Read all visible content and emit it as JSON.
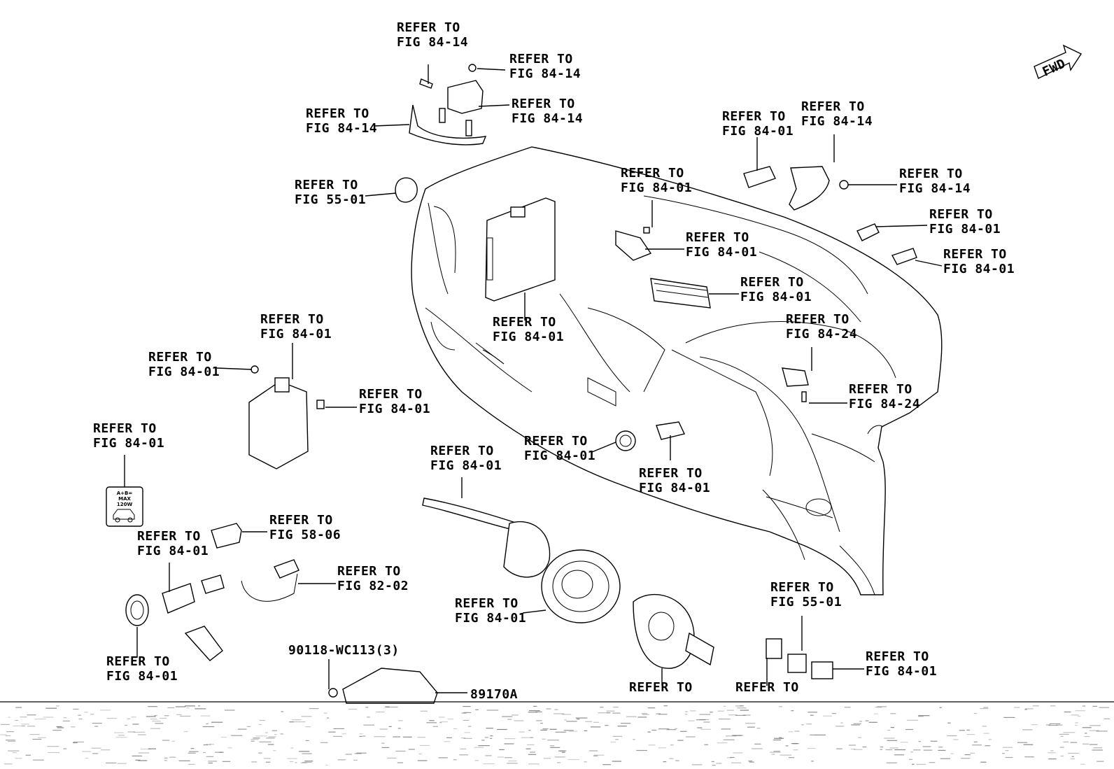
{
  "diagram": {
    "fwd_label": "FWD",
    "callouts": [
      {
        "id": "c1",
        "lines": [
          "REFER TO",
          "FIG 84-14"
        ]
      },
      {
        "id": "c2",
        "lines": [
          "REFER TO",
          "FIG 84-14"
        ]
      },
      {
        "id": "c3",
        "lines": [
          "REFER TO",
          "FIG 84-14"
        ]
      },
      {
        "id": "c4",
        "lines": [
          "REFER TO",
          "FIG 84-14"
        ]
      },
      {
        "id": "c5",
        "lines": [
          "REFER TO",
          "FIG 55-01"
        ]
      },
      {
        "id": "c6",
        "lines": [
          "REFER TO",
          "FIG 84-01"
        ]
      },
      {
        "id": "c7",
        "lines": [
          "REFER TO",
          "FIG 84-14"
        ]
      },
      {
        "id": "c8",
        "lines": [
          "REFER TO",
          "FIG 84-14"
        ]
      },
      {
        "id": "c9",
        "lines": [
          "REFER TO",
          "FIG 84-01"
        ]
      },
      {
        "id": "c10",
        "lines": [
          "REFER TO",
          "FIG 84-01"
        ]
      },
      {
        "id": "c11",
        "lines": [
          "REFER TO",
          "FIG 84-01"
        ]
      },
      {
        "id": "c12",
        "lines": [
          "REFER TO",
          "FIG 84-01"
        ]
      },
      {
        "id": "c13",
        "lines": [
          "REFER TO",
          "FIG 84-01"
        ]
      },
      {
        "id": "c14",
        "lines": [
          "REFER TO",
          "FIG 84-01"
        ]
      },
      {
        "id": "c15",
        "lines": [
          "REFER TO",
          "FIG 84-24"
        ]
      },
      {
        "id": "c16",
        "lines": [
          "REFER TO",
          "FIG 84-24"
        ]
      },
      {
        "id": "c17",
        "lines": [
          "REFER TO",
          "FIG 84-01"
        ]
      },
      {
        "id": "c18",
        "lines": [
          "REFER TO",
          "FIG 84-01"
        ]
      },
      {
        "id": "c19",
        "lines": [
          "REFER TO",
          "FIG 84-01"
        ]
      },
      {
        "id": "c20",
        "lines": [
          "REFER TO",
          "FIG 84-01"
        ]
      },
      {
        "id": "c21",
        "lines": [
          "REFER TO",
          "FIG 84-01"
        ]
      },
      {
        "id": "c22",
        "lines": [
          "REFER TO",
          "FIG 84-01"
        ]
      },
      {
        "id": "c23",
        "lines": [
          "REFER TO",
          "FIG 84-01"
        ]
      },
      {
        "id": "c24",
        "lines": [
          "REFER TO",
          "FIG 58-06"
        ]
      },
      {
        "id": "c25",
        "lines": [
          "REFER TO",
          "FIG 84-01"
        ]
      },
      {
        "id": "c26",
        "lines": [
          "REFER TO",
          "FIG 82-02"
        ]
      },
      {
        "id": "c27",
        "lines": [
          "REFER TO",
          "FIG 84-01"
        ]
      },
      {
        "id": "c28",
        "lines": [
          "REFER TO",
          "FIG 84-01"
        ]
      },
      {
        "id": "c29",
        "lines": [
          "REFER TO",
          "FIG 55-01"
        ]
      },
      {
        "id": "c30",
        "lines": [
          "REFER TO",
          "FIG 84-01"
        ]
      },
      {
        "id": "c31",
        "lines": [
          "REFER TO"
        ]
      },
      {
        "id": "c32",
        "lines": [
          "REFER TO"
        ]
      }
    ],
    "part_numbers": [
      {
        "id": "p1",
        "text": "90118-WC113(3)"
      },
      {
        "id": "p2",
        "text": "89170A"
      }
    ],
    "outlet_label": [
      "A+B=",
      "MAX",
      "120W"
    ]
  }
}
